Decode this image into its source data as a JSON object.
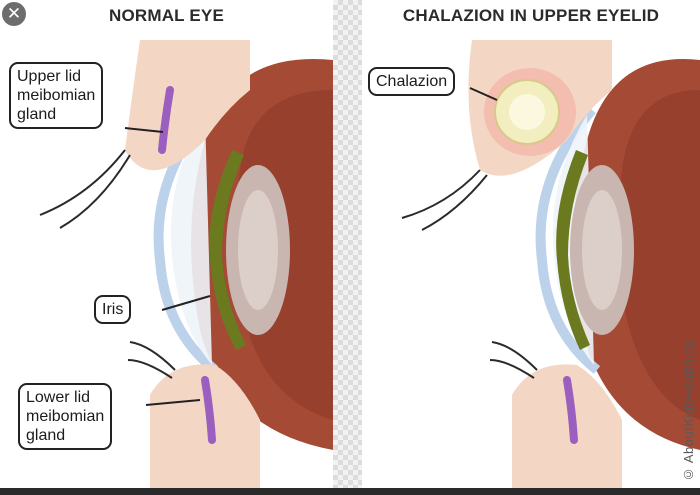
{
  "close_button": {
    "glyph": "✕",
    "icon": "close-icon"
  },
  "panels": {
    "normal": {
      "title": "NORMAL EYE",
      "labels": {
        "upper_gland": "Upper lid\nmeibomian\ngland",
        "iris": "Iris",
        "lower_gland": "Lower lid\nmeibomian\ngland"
      }
    },
    "chalazion": {
      "title": "CHALAZION IN UPPER EYELID",
      "labels": {
        "chalazion": "Chalazion"
      },
      "watermark": "© AboutKidsHealth.ca"
    }
  },
  "colors": {
    "skin": "#f4d6c4",
    "skin_shadow": "#e6b9a3",
    "sclera": "#e9f0f7",
    "eye_interior": "#a44a35",
    "iris": "#6b7a1f",
    "lens": "#c9b6b0",
    "gland": "#9b5fc0",
    "chalazion": "#f3eec0"
  }
}
